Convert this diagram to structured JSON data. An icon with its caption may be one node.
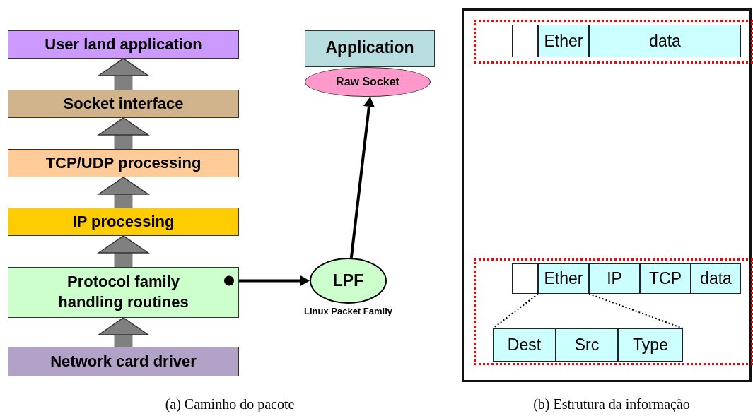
{
  "diagram": {
    "nodes": [
      {
        "text": [
          "User land application"
        ]
      },
      {
        "text": [
          "Socket interface"
        ]
      },
      {
        "text": [
          "TCP/UDP processing"
        ]
      },
      {
        "text": [
          "IP processing"
        ]
      },
      {
        "text": [
          "Protocol family handling routines"
        ]
      },
      {
        "text": [
          "Network card driver"
        ]
      },
      {
        "text": [
          "Application"
        ]
      },
      {
        "text": [
          "Raw Socket"
        ]
      },
      {
        "text": [
          "LPF"
        ],
        "beside": [
          "Linux Packet Family"
        ]
      },
      {
        "text": [],
        "shape": "box"
      },
      {
        "text": [],
        "shape": "box",
        "in": 9
      },
      {
        "text": [],
        "shape": "box",
        "in": 10
      },
      {
        "text": [
          "Ether"
        ],
        "in": 10
      },
      {
        "text": [
          "data"
        ],
        "in": 10
      },
      {
        "text": [],
        "shape": "box",
        "in": 9
      },
      {
        "text": [],
        "shape": "box",
        "in": 14
      },
      {
        "text": [
          "Ether"
        ],
        "in": 14
      },
      {
        "text": [
          "IP"
        ],
        "in": 14
      },
      {
        "text": [
          "TCP"
        ],
        "in": 14
      },
      {
        "text": [
          "data"
        ],
        "in": 14
      },
      {
        "text": [
          "Dest"
        ],
        "in": 14
      },
      {
        "text": [
          "Src"
        ],
        "in": 14
      },
      {
        "text": [
          "Type"
        ],
        "in": 14
      }
    ],
    "edges": [
      {
        "from": 5,
        "to": 4,
        "arrow": "to"
      },
      {
        "from": 4,
        "to": 3,
        "arrow": "to"
      },
      {
        "from": 3,
        "to": 2,
        "arrow": "to"
      },
      {
        "from": 2,
        "to": 1,
        "arrow": "to"
      },
      {
        "from": 1,
        "to": 0,
        "arrow": "to"
      },
      {
        "from": 4,
        "to": 8,
        "arrow": "to",
        "color": "#000000"
      },
      {
        "from": 8,
        "to": 7,
        "arrow": "to",
        "color": "#000000"
      },
      {
        "from": 16,
        "to": 20,
        "arrow": "none",
        "style": "dashed",
        "color": "#000000"
      },
      {
        "from": 16,
        "to": 22,
        "arrow": "none",
        "style": "dashed",
        "color": "#000000"
      }
    ],
    "labels": [
      "(a) Caminho do pacote",
      "(b) Estrutura da informação"
    ]
  }
}
